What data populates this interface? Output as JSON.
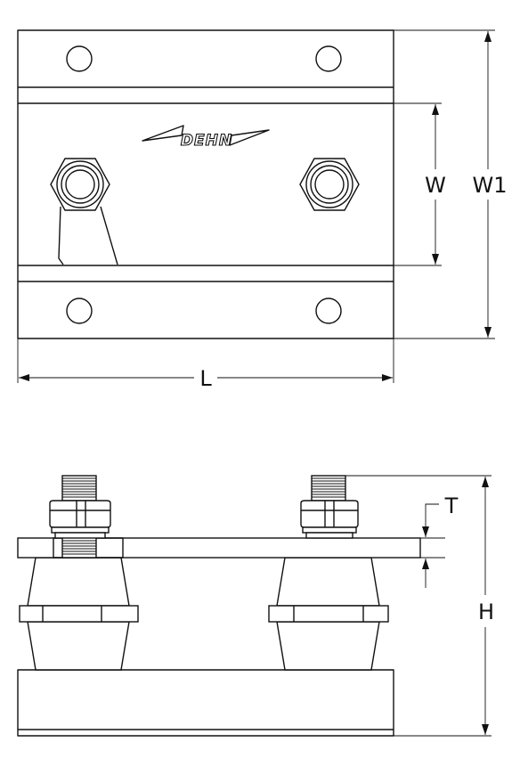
{
  "logo": {
    "text": "DEHN"
  },
  "dimensions": {
    "width_inner": "W",
    "width_outer": "W1",
    "length": "L",
    "thickness": "T",
    "height": "H"
  },
  "colors": {
    "line": "#111111",
    "background": "#ffffff"
  }
}
